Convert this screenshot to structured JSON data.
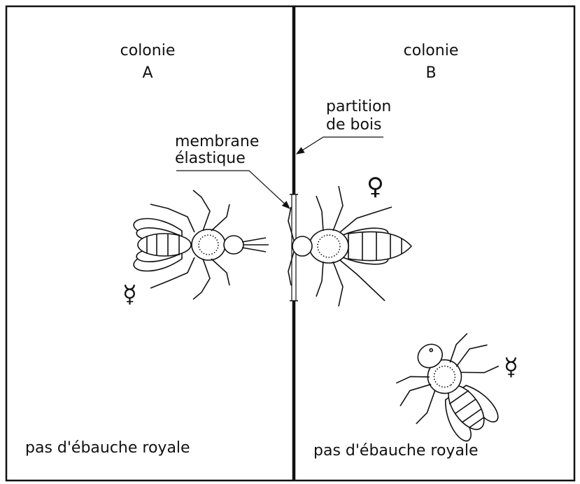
{
  "colony_a": {
    "title": "colonie",
    "letter": "A",
    "footer": "pas d'ébauche royale"
  },
  "colony_b": {
    "title": "colonie",
    "letter": "B",
    "footer": "pas d'ébauche royale"
  },
  "labels": {
    "partition_line1": "partition",
    "partition_line2": "de bois",
    "membrane_line1": "membrane",
    "membrane_line2": "élastique"
  },
  "symbols": {
    "queen": "♀",
    "worker_a": "☿",
    "worker_b": "☿"
  },
  "icons": [
    "worker-bee-icon",
    "queen-bee-icon",
    "worker-bee-icon"
  ],
  "colors": {
    "ink": "#111111",
    "background": "#ffffff"
  }
}
